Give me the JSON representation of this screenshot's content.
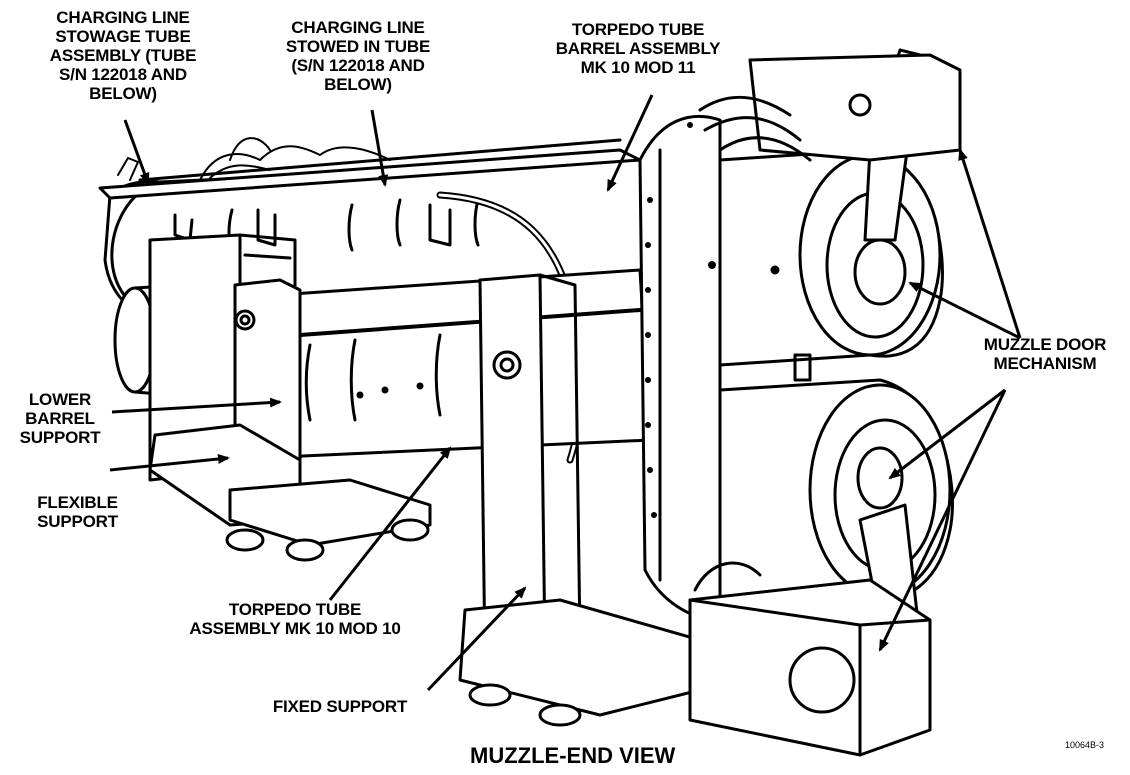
{
  "figure": {
    "caption": "MUZZLE-END VIEW",
    "figure_id": "10064B-3"
  },
  "labels": {
    "charging_line_stowage": "CHARGING LINE\nSTOWAGE TUBE\nASSEMBLY (TUBE\nS/N 122018 AND\nBELOW)",
    "charging_line_stowed": "CHARGING LINE\nSTOWED IN TUBE\n(S/N 122018 AND\nBELOW)",
    "barrel_assembly": "TORPEDO TUBE\nBARREL ASSEMBLY\nMK 10 MOD 11",
    "muzzle_door": "MUZZLE DOOR\nMECHANISM",
    "lower_barrel_support": "LOWER\nBARREL\nSUPPORT",
    "flexible_support": "FLEXIBLE\nSUPPORT",
    "tube_assembly_mk10": "TORPEDO TUBE\nASSEMBLY MK 10 MOD 10",
    "fixed_support": "FIXED SUPPORT"
  }
}
